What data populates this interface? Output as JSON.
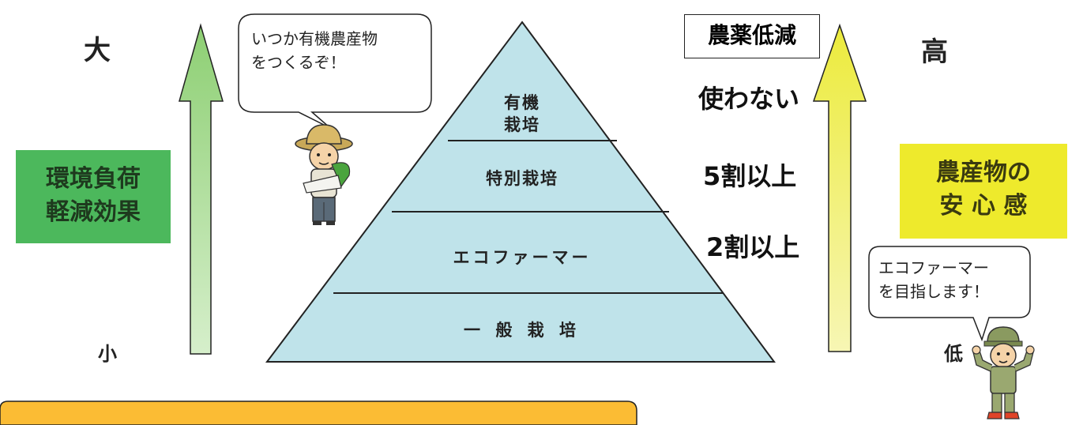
{
  "left_scale": {
    "top": "大",
    "bottom": "小"
  },
  "right_scale": {
    "top": "高",
    "bottom": "低"
  },
  "env_box": {
    "line1": "環境負荷",
    "line2": "軽減効果"
  },
  "safety_box": {
    "line1": "農産物の",
    "line2": "安 心 感"
  },
  "pesticide_header": "農薬低減",
  "reduction_levels": [
    "使わない",
    "5割以上",
    "2割以上"
  ],
  "speech_top": "いつか有機農産物\nをつくるぞ！",
  "speech_bottom": "エコファーマー\nを目指します！",
  "pyramid": {
    "tiers": [
      "有機\n栽培",
      "特別栽培",
      "エコファーマー",
      "一 般 栽 培"
    ]
  },
  "colors": {
    "pyramid_fill": "#bfe3ea",
    "green_arrow": "#9fd487",
    "yellow_arrow": "#f0ef6c",
    "green_box": "#4cb85c",
    "yellow_box": "#eeea2c",
    "bottom_banner": "#fbbc34"
  }
}
